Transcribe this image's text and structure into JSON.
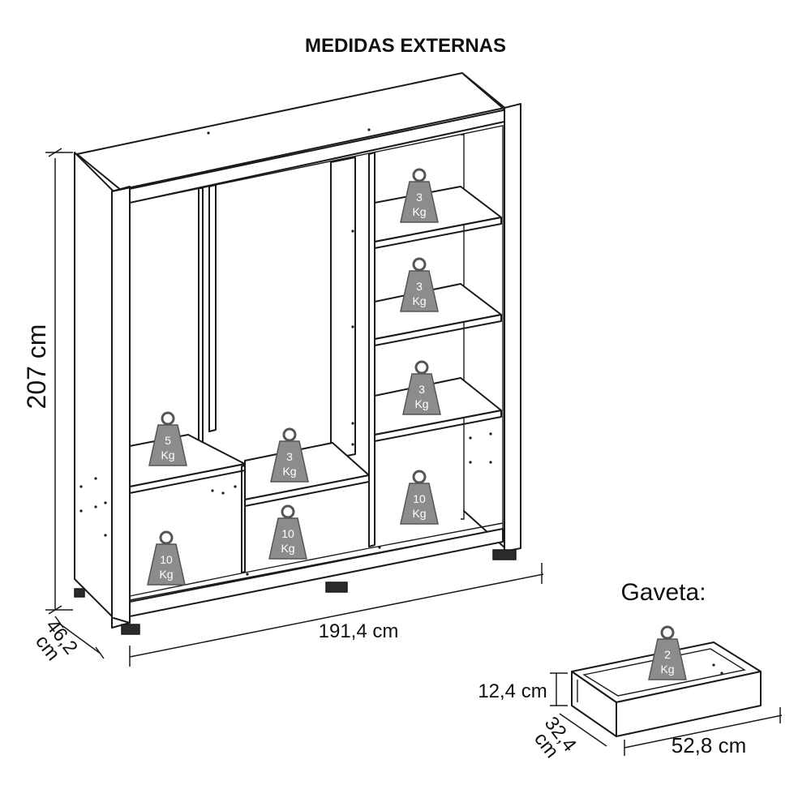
{
  "title": "MEDIDAS EXTERNAS",
  "dimensions": {
    "height": "207 cm",
    "width": "191,4 cm",
    "depth_value": "46,2",
    "depth_unit": "cm"
  },
  "weights": [
    {
      "value": "3",
      "unit": "Kg"
    },
    {
      "value": "3",
      "unit": "Kg"
    },
    {
      "value": "3",
      "unit": "Kg"
    },
    {
      "value": "5",
      "unit": "Kg"
    },
    {
      "value": "3",
      "unit": "Kg"
    },
    {
      "value": "10",
      "unit": "Kg"
    },
    {
      "value": "10",
      "unit": "Kg"
    },
    {
      "value": "10",
      "unit": "Kg"
    }
  ],
  "drawer": {
    "title": "Gaveta:",
    "weight": {
      "value": "2",
      "unit": "Kg"
    },
    "height": "12,4 cm",
    "depth_value": "32,4",
    "depth_unit": "cm",
    "width": "52,8 cm"
  }
}
